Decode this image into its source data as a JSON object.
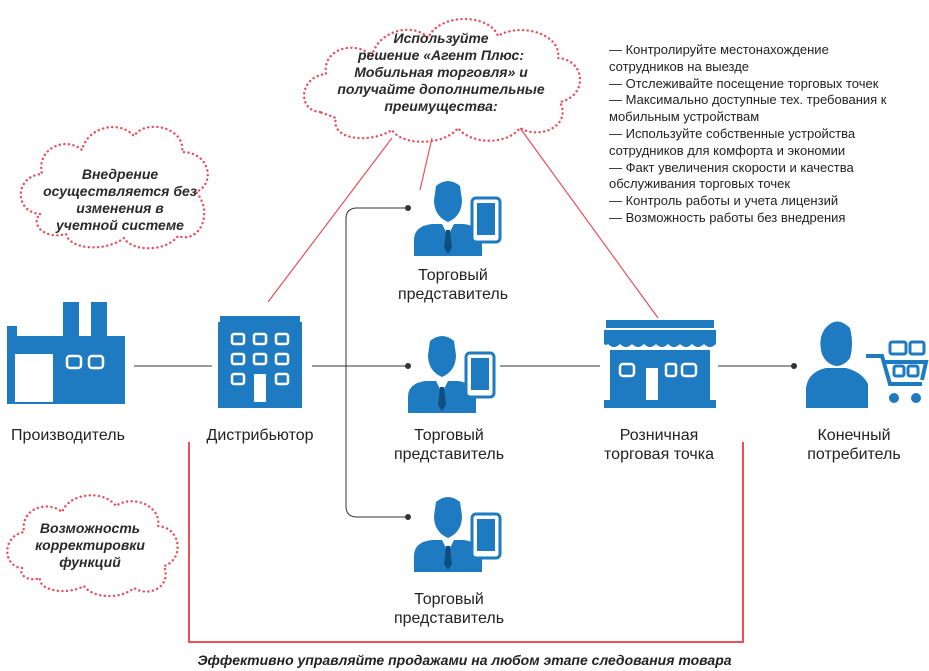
{
  "nodes": {
    "producer": "Производитель",
    "distributor": "Дистрибьютор",
    "rep_top": [
      "Торговый",
      "представитель"
    ],
    "rep_mid": [
      "Торговый",
      "представитель"
    ],
    "rep_bottom": [
      "Торговый",
      "представитель"
    ],
    "retail": [
      "Розничная",
      "торговая точка"
    ],
    "consumer": [
      "Конечный",
      "потребитель"
    ]
  },
  "clouds": {
    "main": [
      "Используйте",
      "решение «Агент Плюс:",
      "Мобильная торговля» и",
      "получайте дополнительные",
      "преимущества:"
    ],
    "left_top": [
      "Внедрение",
      "осуществляется без",
      "изменения в",
      "учетной системе"
    ],
    "left_bottom": [
      "Возможность",
      "корректировки",
      "функций"
    ]
  },
  "benefits": [
    "— Контролируйте местонахождение",
    "сотрудников на выезде",
    "— Отслеживайте посещение торговых точек",
    "— Максимально доступные тех. требования к",
    "мобильным устройствам",
    "— Используйте собственные устройства",
    "сотрудников для комфорта и экономии",
    "— Факт увеличения скорости и качества",
    "обслуживания торговых точек",
    "— Контроль работы и учета лицензий",
    "— Возможность работы без внедрения"
  ],
  "caption": "Эффективно управляйте продажами на любом этапе следования товара",
  "icons": {
    "producer": "factory-icon",
    "distributor": "office-building-icon",
    "rep": "sales-rep-with-phone-icon",
    "retail": "store-icon",
    "consumer": "shopper-with-cart-icon"
  },
  "colors": {
    "icon_blue": "#1f7bc1",
    "accent_red": "#e8505b",
    "line_gray": "#333333"
  }
}
